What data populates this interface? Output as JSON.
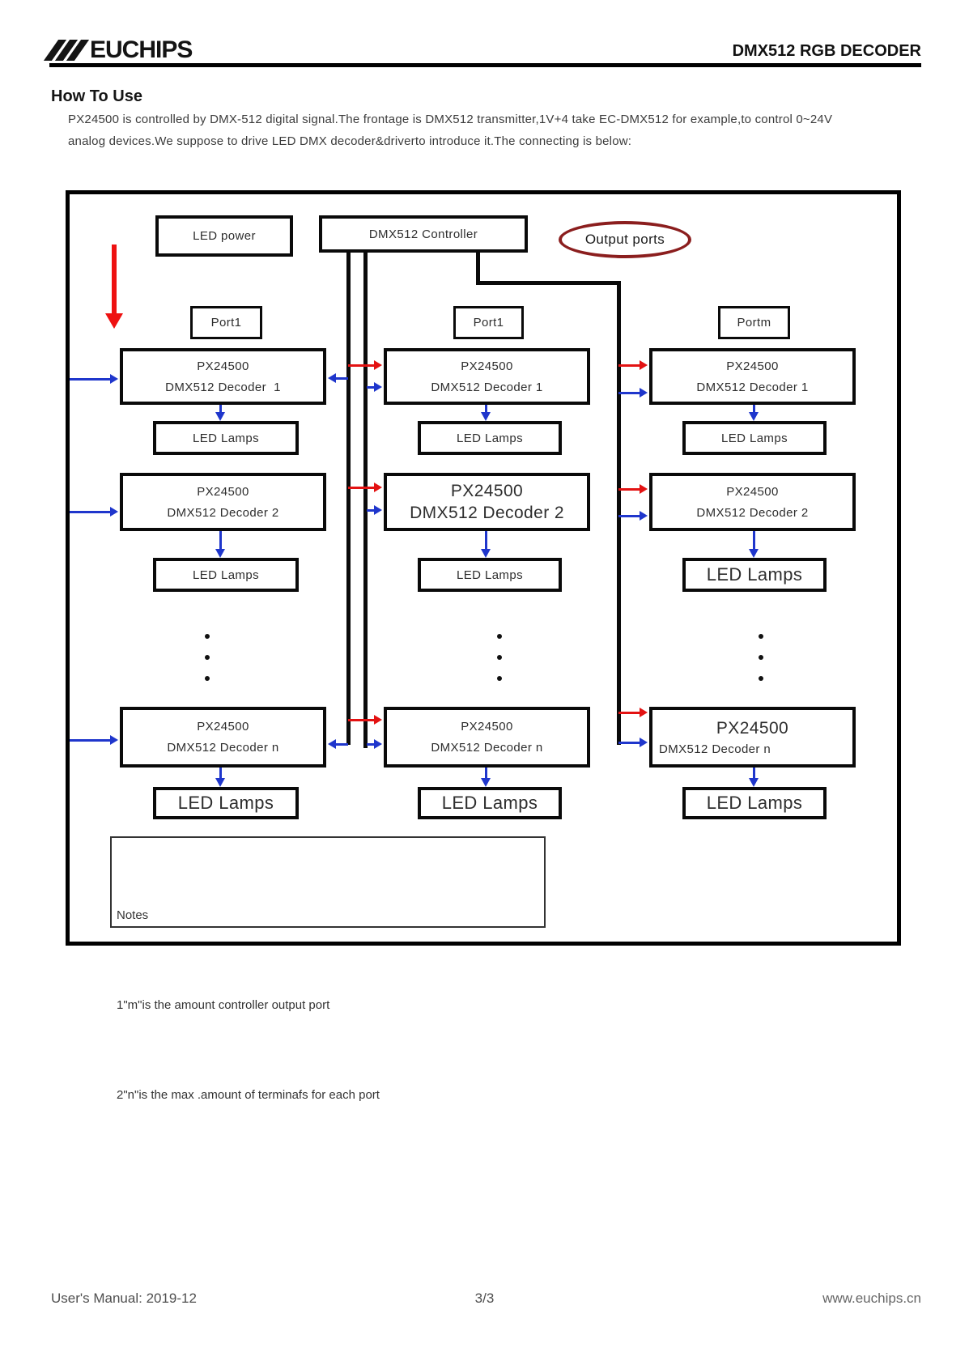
{
  "header": {
    "logo": "EUCHIPS",
    "title": "DMX512 RGB DECODER"
  },
  "how_to_use": {
    "heading": "How To Use",
    "line1": "PX24500 is controlled by DMX-512 digital signal.The frontage is DMX512 transmitter,1V+4 take EC-DMX512 for example,to control 0~24V",
    "line2": "analog devices.We suppose to drive LED DMX decoder&driverto introduce it.The connecting is below:"
  },
  "diagram": {
    "led_power": "LED  power",
    "controller": "DMX512 Controller",
    "output_ports": "Output ports",
    "columns": [
      {
        "port": "Port1",
        "decoder1": {
          "l1": "PX24500",
          "l2": "DMX512 Decoder  1"
        },
        "lamps1": "LED Lamps",
        "decoder2": {
          "l1": "PX24500",
          "l2": "DMX512 Decoder 2"
        },
        "lamps2": "LED Lamps",
        "decoder_n": {
          "l1": "PX24500",
          "l2": "DMX512 Decoder n"
        },
        "lamps_n": "LED Lamps"
      },
      {
        "port": "Port1",
        "decoder1": {
          "l1": "PX24500",
          "l2": "DMX512 Decoder 1"
        },
        "lamps1": "LED Lamps",
        "decoder2": {
          "l1": "PX24500",
          "l2": "DMX512 Decoder 2"
        },
        "lamps2": "LED Lamps",
        "decoder_n": {
          "l1": "PX24500",
          "l2": "DMX512 Decoder n"
        },
        "lamps_n": "LED Lamps"
      },
      {
        "port": "Portm",
        "decoder1": {
          "l1": "PX24500",
          "l2": "DMX512 Decoder 1"
        },
        "lamps1": "LED Lamps",
        "decoder2": {
          "l1": "PX24500",
          "l2": "DMX512 Decoder 2"
        },
        "lamps2": "LED Lamps",
        "decoder_n": {
          "l1": "PX24500",
          "l2": "DMX512 Decoder n"
        },
        "lamps_n": "LED Lamps"
      }
    ],
    "notes": {
      "title": "Notes",
      "line1": "1\"m\"is the amount controller output port",
      "line2": "2\"n\"is the max .amount of terminafs for each port"
    }
  },
  "footer": {
    "left": "User's Manual: 2019-12",
    "center": "3/3",
    "right": "www.euchips.cn"
  },
  "colors": {
    "arrow_red": "#e31212",
    "arrow_blue": "#1f36cc",
    "ellipse_red": "#8b1e1e",
    "line_black": "#0a0a0a"
  }
}
